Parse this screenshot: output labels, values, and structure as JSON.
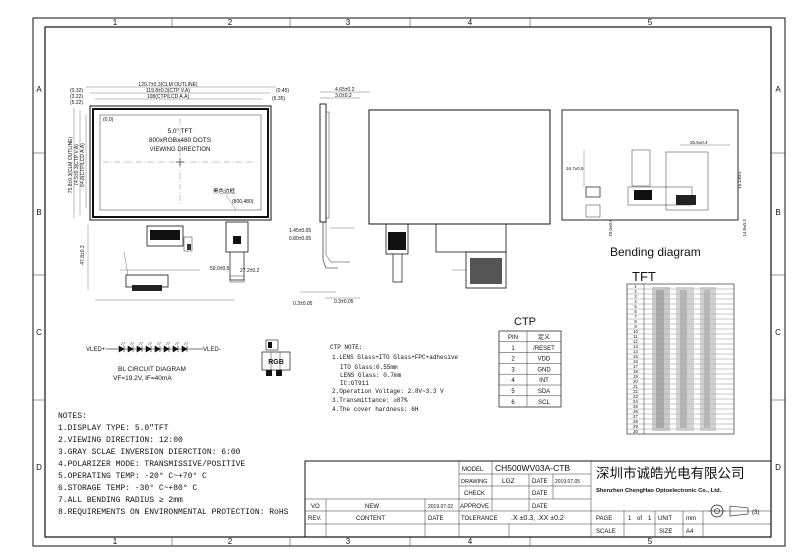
{
  "frame": {
    "columns": [
      "1",
      "2",
      "3",
      "4",
      "5"
    ],
    "rows": [
      "A",
      "B",
      "C",
      "D"
    ]
  },
  "front_view": {
    "dims_top": [
      "120.7±0.3(CLM OUTLINE)",
      "119.8±0.3(CTP V.A)",
      "108(CTP/LCD A.A)"
    ],
    "dims_right": [
      "(0.45)",
      "(6.35)"
    ],
    "dims_left": [
      "(0.32)",
      "(3.22)",
      "(5.22)"
    ],
    "dims_left_vertical": [
      "75.8±0.3(CLM OUTLINE)",
      "74.5±0.3(CTP V.A)",
      "64.8(CTP/LCD A.A)"
    ],
    "coord_tl": "(0,0)",
    "coord_br": "(800,480)",
    "lines": [
      "5.0\" TFT",
      "800xRGBx480 DOTS",
      "VIEWING DIRECTION"
    ],
    "note_cn": "黑色边框",
    "dims_bottom": [
      "27.2±0.2",
      "59.0±0.5"
    ],
    "dim_fpc_left": "47.8±0.3"
  },
  "side_view": {
    "dims_top": [
      "4.65±0.2",
      "3.0±0.2"
    ],
    "dims_mid": [
      "1.45±0.05",
      "0.80±0.05"
    ],
    "dims_bottom": [
      "0.3±0.05",
      "0.3±0.05"
    ]
  },
  "bending": {
    "title": "Bending diagram",
    "dims": [
      "26.5±0.4",
      "16.7±0.5",
      "15.1±0.5",
      "70.0±0.5",
      "14.8±0.3"
    ]
  },
  "bl_circuit": {
    "vled_plus": "VLED+",
    "vled_minus": "VLED-",
    "title": "BL CIRCUIT DIAGRAM",
    "spec": "VF=19.2V, IF=40mA",
    "led_count": 8
  },
  "rgb_label": "RGB",
  "ctp_note": {
    "title": "CTP NOTE:",
    "lines": [
      "1.LENS Glass+ITO Glass+FPC+adhesive",
      "ITO Glass:0.55mm",
      "LENS Glass: 0.7mm",
      "IC:GT911",
      "2.Operation Voltage: 2.8V~3.3 V",
      "3.Transmittance: ≥87%",
      "4.The cover hardness: 6H"
    ]
  },
  "ctp_table": {
    "title": "CTP",
    "headers": [
      "PIN",
      "定义"
    ],
    "rows": [
      [
        "1",
        "/RESET"
      ],
      [
        "2",
        "VDD"
      ],
      [
        "3",
        "GND"
      ],
      [
        "4",
        "INT"
      ],
      [
        "5",
        "SDA"
      ],
      [
        "6",
        "SCL"
      ]
    ]
  },
  "tft_table": {
    "title": "TFT",
    "pins": [
      "1",
      "2",
      "3",
      "4",
      "5",
      "6",
      "7",
      "8",
      "9",
      "10",
      "11",
      "12",
      "13",
      "14",
      "15",
      "16",
      "17",
      "18",
      "19",
      "20",
      "21",
      "22",
      "23",
      "24",
      "25",
      "26",
      "27",
      "28",
      "29",
      "30"
    ]
  },
  "notes": {
    "title": "NOTES:",
    "lines": [
      "1.DISPLAY TYPE:  5.0\"TFT",
      "2.VIEWING DIRECTION: 12:00",
      "3.GRAY SCLAE INVERSION DIERCTION: 6:00",
      "4.POLARIZER MODE: TRANSMISSIVE/POSITIVE",
      "5.OPERATING TEMP: -20° C~+70° C",
      "6.STORAGE TEMP: -30° C~+80° C",
      "7.ALL BENDING RADIUS ≥ 2mm",
      "8.REQUIREMENTS ON ENVIRONMENTAL PROTECTION: RoHS"
    ]
  },
  "title_block": {
    "model_label": "MODEL",
    "model_value": "CH500WV03A-CTB",
    "drawing_label": "DRAWING",
    "drawing_value": "LGZ",
    "date_label": "DATE",
    "drawing_date": "2019.07.05",
    "check_label": "CHECK",
    "vo_label": "VO",
    "new_label": "NEW",
    "approve_date": "2019.07.02",
    "approve_label": "APPROVE",
    "rev_label": "REV.",
    "content_label": "CONTENT",
    "tolerance_label": "TOLERANCE",
    "tolerance_value": ".X ±0.3, .XX ±0.2",
    "company_cn": "深圳市诚皓光电有限公司",
    "company_en": "Shenzhen ChengHao Optoelectronic Co., Ltd.",
    "page_label": "PAGE",
    "page_value": "1",
    "page_of": "of",
    "page_total": "1",
    "unit_label": "UNIT",
    "unit_value": "mm",
    "scale_label": "SCALE",
    "size_label": "SIZE",
    "size_value": "A4",
    "proj_label": "(3)"
  }
}
